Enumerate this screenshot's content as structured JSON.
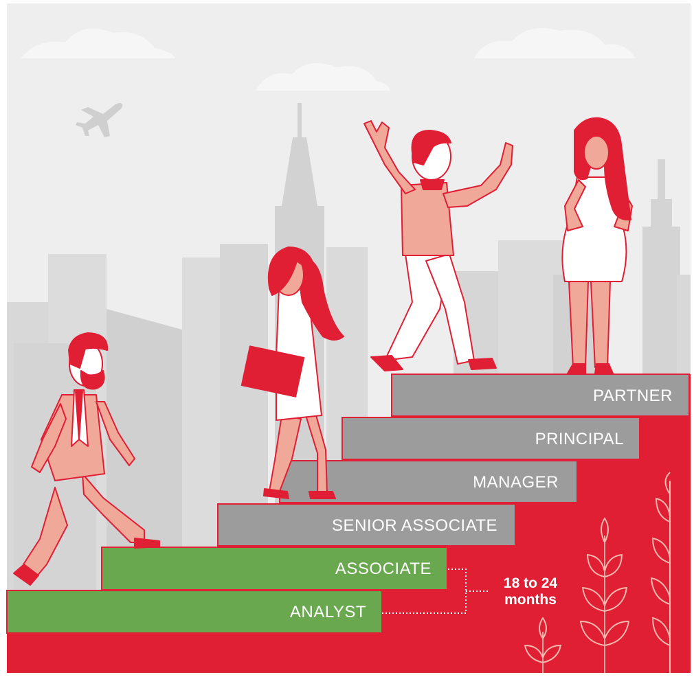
{
  "colors": {
    "background": "#ffffff",
    "sky": "#eeeeee",
    "city_light": "#dedede",
    "city_dark": "#d0d0d0",
    "red": "#e01e34",
    "skin": "#f0a898",
    "step_gray": "#9c9c9c",
    "step_green": "#6aa84f",
    "cloud": "#f6f6f6",
    "plant_line": "#f4b8ac"
  },
  "icons": [
    "airplane-icon",
    "cloud-icon",
    "plant-icon"
  ],
  "career_steps": [
    {
      "label": "ANALYST",
      "color": "green"
    },
    {
      "label": "ASSOCIATE",
      "color": "green"
    },
    {
      "label": "SENIOR ASSOCIATE",
      "color": "gray"
    },
    {
      "label": "MANAGER",
      "color": "gray"
    },
    {
      "label": "PRINCIPAL",
      "color": "gray"
    },
    {
      "label": "PARTNER",
      "color": "gray"
    }
  ],
  "duration": {
    "line1": "18 to 24",
    "line2": "months"
  }
}
